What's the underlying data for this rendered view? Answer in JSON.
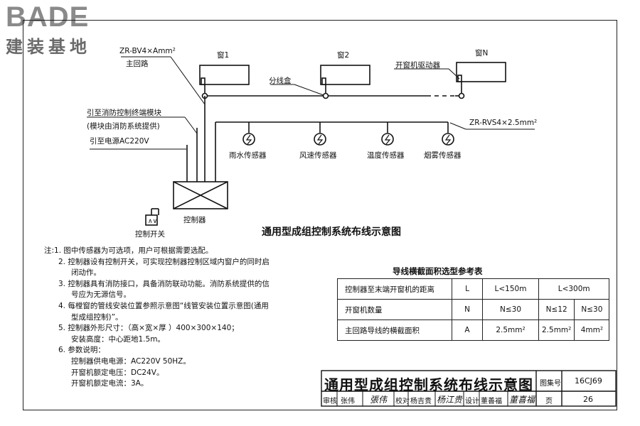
{
  "logo": {
    "main": "BADE",
    "sub": "建装基地"
  },
  "diagram": {
    "title": "通用型成组控制系统布线示意图",
    "windows": [
      "窗1",
      "窗2",
      "窗N"
    ],
    "cable_main_line1": "ZR-BV4×Amm²",
    "cable_main_line2": "主回路",
    "junction_box": "分线盒",
    "actuator": "开窗机驱动器",
    "fire_link_line1": "引至消防控制终端模块",
    "fire_link_line2": "(模块由消防系统提供)",
    "power_link": "引至电源AC220V",
    "cable_sensor": "ZR-RVS4×2.5mm²",
    "sensors": [
      "雨水传感器",
      "风速传感器",
      "温度传感器",
      "烟雾传感器"
    ],
    "controller": "控制器",
    "switch": "控制开关"
  },
  "notes": [
    "注:1. 图中传感器为可选项，用户可根据需要选配。",
    "2. 控制器设有控制开关，可实现控制器控制区域内窗户的同时启",
    "闭动作。",
    "3. 控制器具有消防接口，具备消防联动功能。消防系统提供的信",
    "号应为无源信号。",
    "4. 每樘窗的管线安装位置参照示意图“线管安装位置示意图(通用",
    "型成组控制)”。",
    "5. 控制器外形尺寸：（高×宽×厚 ）400×300×140；",
    "安装高度：中心距地1.5m。",
    "6. 参数说明：",
    "控制器供电电源：AC220V   50HZ。",
    "开窗机额定电压：DC24V。",
    "开窗机额定电流：3A。"
  ],
  "table": {
    "title": "导线横截面积选型参考表",
    "rows": [
      {
        "desc": "控制器至末端开窗机的距离",
        "sym": "L",
        "c1": "L<150m",
        "c23": "L<300m"
      },
      {
        "desc": "开窗机数量",
        "sym": "N",
        "c1": "N≤30",
        "c2": "N≤12",
        "c3": "N≤30"
      },
      {
        "desc": "主回路导线的横截面积",
        "sym": "A",
        "c1": "2.5mm²",
        "c2": "2.5mm²",
        "c3": "4mm²"
      }
    ]
  },
  "title_block": {
    "title": "通用型成组控制系统布线示意图",
    "atlas_label": "图集号",
    "atlas_no": "16CJ69",
    "review": "审核",
    "reviewer": "张伟",
    "reviewer_sig": "張伟",
    "check": "校对",
    "checker": "杨吉贵",
    "checker_sig": "杨江贵",
    "design": "设计",
    "designer": "董善福",
    "designer_sig": "董喜福",
    "page_label": "页",
    "page_no": "26"
  }
}
